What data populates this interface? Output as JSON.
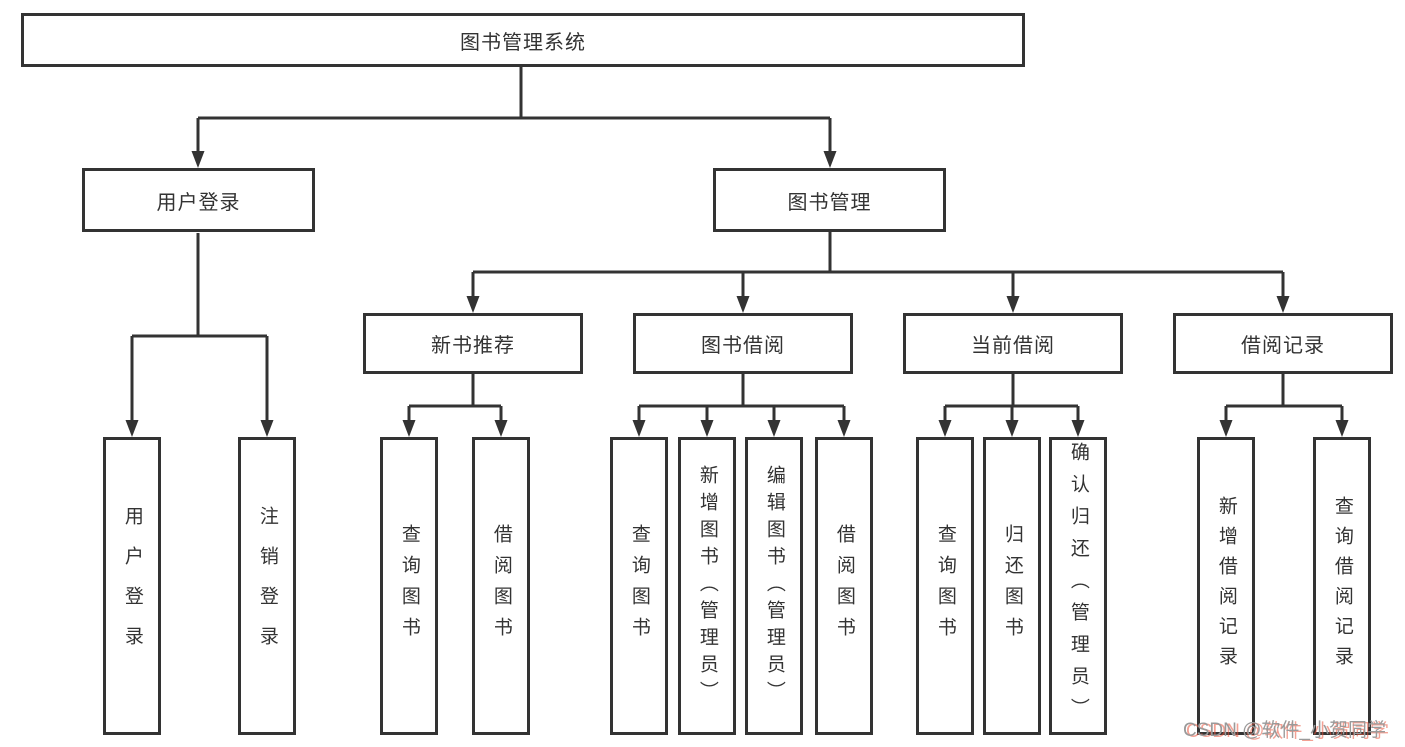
{
  "diagram": {
    "root": {
      "label": "图书管理系统"
    },
    "level2": [
      {
        "label": "用户登录"
      },
      {
        "label": "图书管理"
      }
    ],
    "level3": [
      {
        "label": "新书推荐"
      },
      {
        "label": "图书借阅"
      },
      {
        "label": "当前借阅"
      },
      {
        "label": "借阅记录"
      }
    ],
    "leaves": {
      "user_login": [
        "用户登录",
        "注销登录"
      ],
      "new_books": [
        "查询图书",
        "借阅图书"
      ],
      "book_borrow": [
        "查询图书",
        "新增图书（管理员）",
        "编辑图书（管理员）",
        "借阅图书"
      ],
      "current_borrow": [
        "查询图书",
        "归还图书",
        "确认归还（管理员）"
      ],
      "borrow_records": [
        "新增借阅记录",
        "查询借阅记录"
      ]
    }
  },
  "watermark": {
    "text": "CSDN @软件_小贺同学"
  },
  "colors": {
    "line": "#333333",
    "text": "#333333",
    "box_fill": "#ffffff",
    "watermark_gray": "#9a9a9a",
    "watermark_red": "#e9533d"
  }
}
